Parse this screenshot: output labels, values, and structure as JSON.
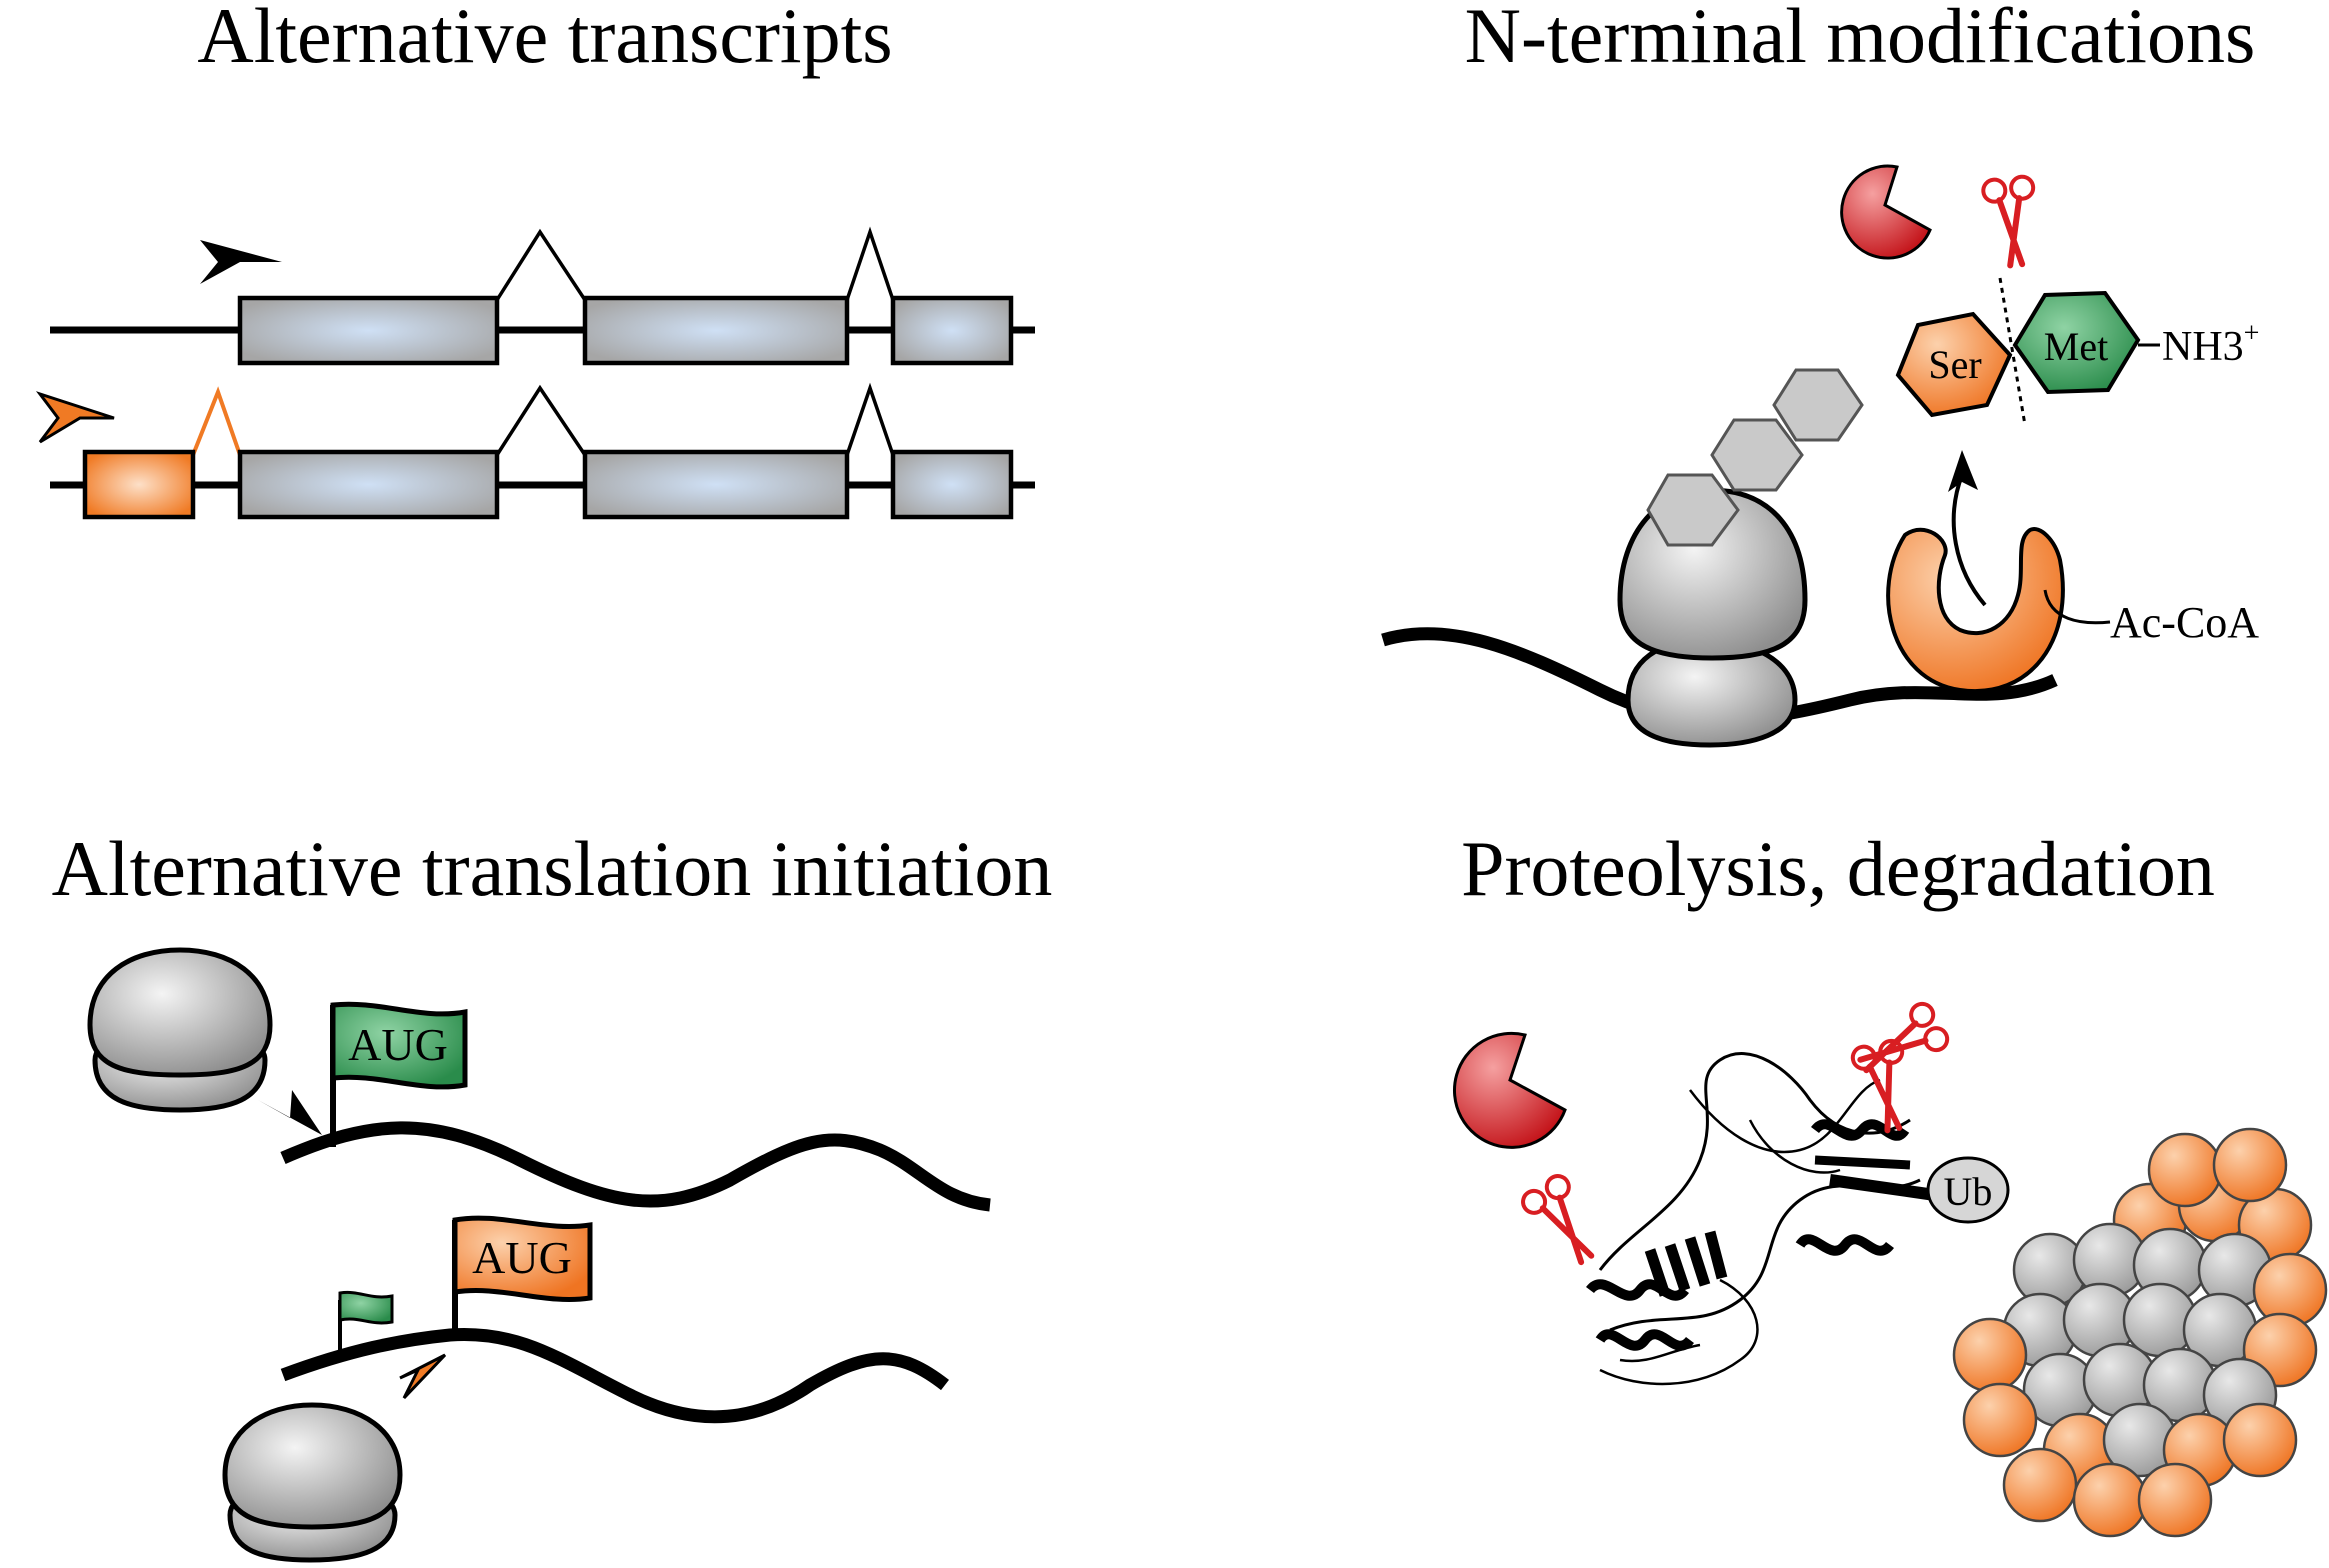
{
  "panels": {
    "transcripts": {
      "title": "Alternative transcripts"
    },
    "nterm": {
      "title": "N-terminal modifications",
      "ser": "Ser",
      "met": "Met",
      "nh3": "NH3",
      "nh3_sup": "+",
      "acoa": "Ac-CoA"
    },
    "translation": {
      "title": "Alternative translation initiation",
      "aug_green": "AUG",
      "aug_orange": "AUG"
    },
    "proteolysis": {
      "title": "Proteolysis, degradation",
      "ub": "Ub"
    }
  },
  "colors": {
    "exon_gray": "#a8a8a8",
    "exon_highlight": "#cfe0f5",
    "orange": "#f07a24",
    "green": "#2e9a55",
    "red": "#d81e22"
  }
}
